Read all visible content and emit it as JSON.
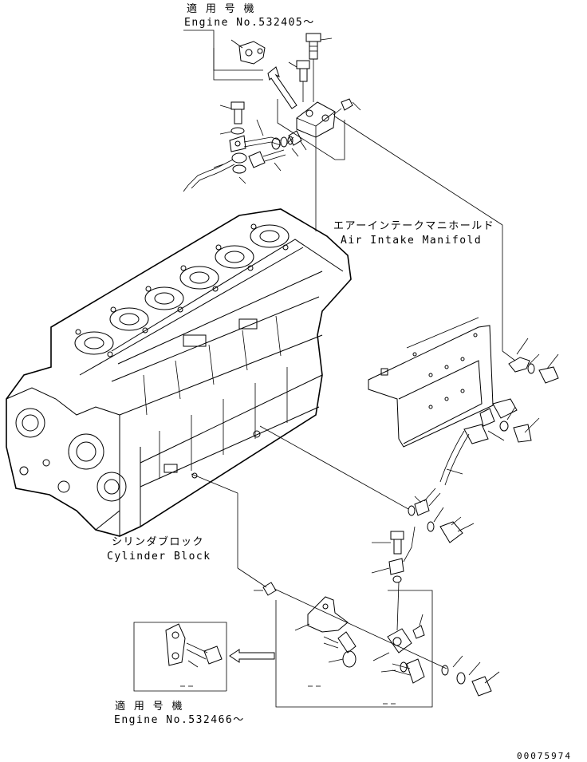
{
  "labels": {
    "top_serial_jp": "適 用 号 機",
    "top_serial_en": "Engine No.532405～",
    "manifold_jp": "エアーインテークマニホールド",
    "manifold_en": "Air Intake Manifold",
    "block_jp": "シリンダブロック",
    "block_en": "Cylinder Block",
    "bottom_serial_jp": "適 用 号 機",
    "bottom_serial_en": "Engine No.532466～",
    "drawing_number": "00075974"
  },
  "colors": {
    "ink": "#000000",
    "paper": "#ffffff"
  }
}
